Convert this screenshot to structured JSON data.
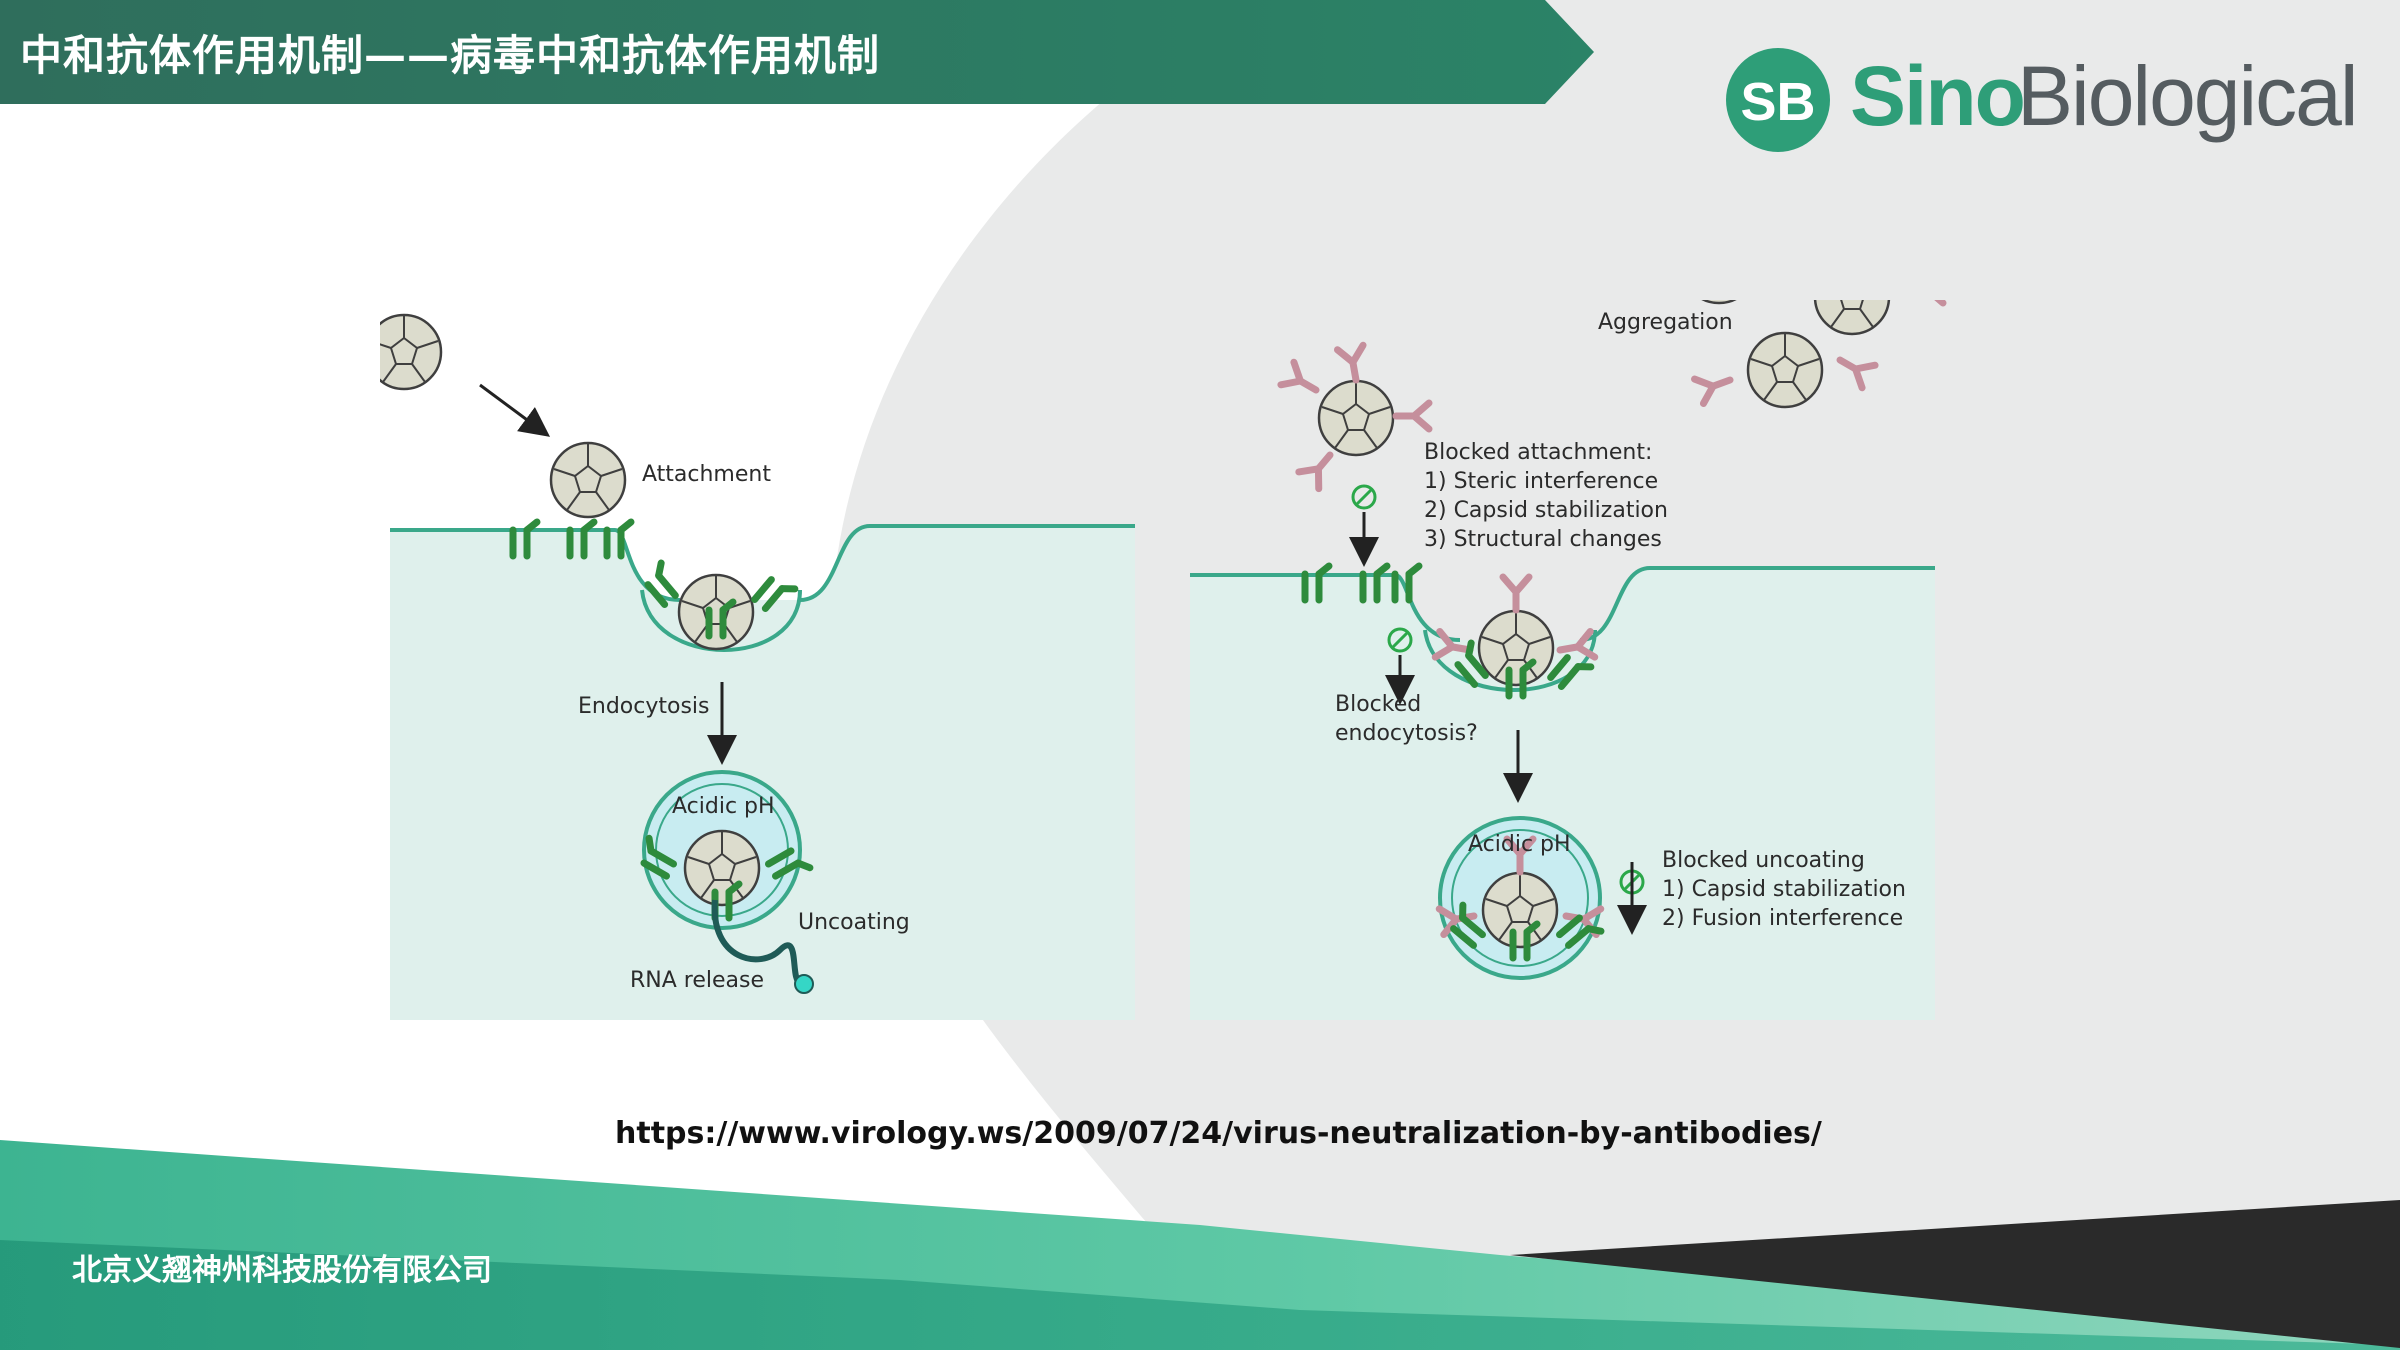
{
  "header": {
    "title": "中和抗体作用机制——病毒中和抗体作用机制"
  },
  "logo": {
    "badge": "SB",
    "name_part1": "Sino",
    "name_part2": "Biological"
  },
  "diagram": {
    "left_panel": {
      "attachment": "Attachment",
      "endocytosis": "Endocytosis",
      "acidic_ph": "Acidic pH",
      "uncoating": "Uncoating",
      "rna_release": "RNA release"
    },
    "right_panel": {
      "aggregation": "Aggregation",
      "blocked_attachment": "Blocked attachment:",
      "steric": "1) Steric interference",
      "capsid1": "2) Capsid stabilization",
      "structural": "3) Structural changes",
      "blocked_endo_1": "Blocked",
      "blocked_endo_2": "endocytosis?",
      "acidic_ph": "Acidic pH",
      "blocked_uncoating": "Blocked uncoating",
      "capsid2": "1) Capsid stabilization",
      "fusion": "2) Fusion interference"
    }
  },
  "source_url": "https://www.virology.ws/2009/07/24/virus-neutralization-by-antibodies/",
  "footer": {
    "company": "北京义翘神州科技股份有限公司"
  },
  "colors": {
    "brand_green": "#2e7d66",
    "teal": "#3aa88a",
    "cell_fill": "#dff0ec",
    "receptor": "#2e8b3c",
    "antibody": "#c58f9c",
    "dark": "#2a2a2a"
  }
}
